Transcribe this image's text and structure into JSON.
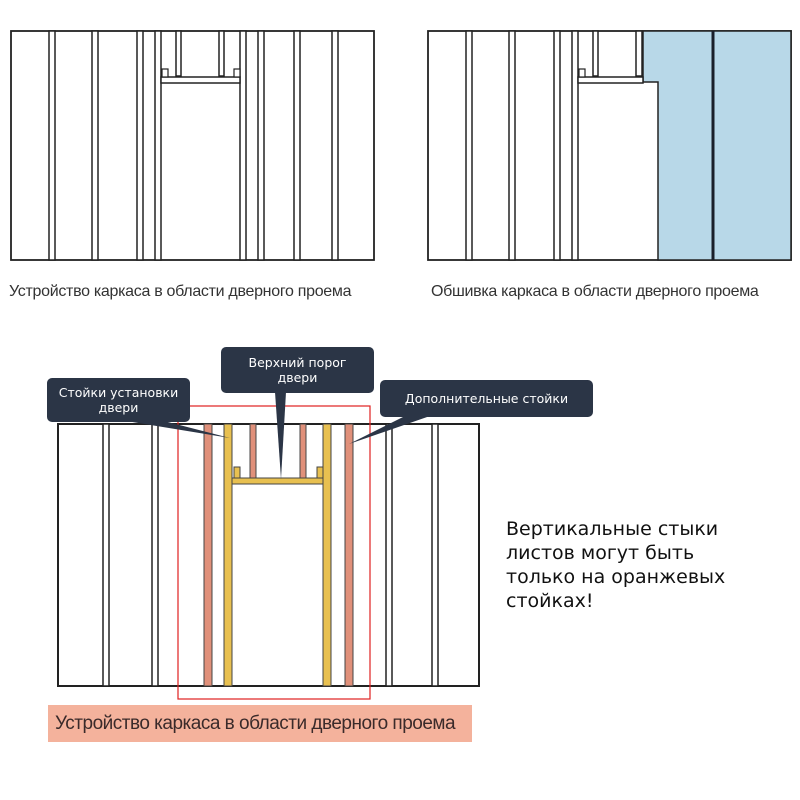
{
  "panels": {
    "framing": {
      "caption": "Устройство каркаса в области дверного проема"
    },
    "sheathing": {
      "caption": "Обшивка каркаса в области дверного проема"
    },
    "detail": {
      "caption": "Устройство каркаса в области дверного проема",
      "callouts": {
        "door_studs": "Стойки установки двери",
        "header": "Верхний порог двери",
        "extra_studs": "Дополнительные стойки"
      }
    }
  },
  "note": "Вертикальные стыки листов могут быть только на оранжевых стойках!",
  "colors": {
    "sheet": "#b8d8e8",
    "door_stud": "#e8c050",
    "extra_stud": "#e0907a",
    "callout": "#2b3546",
    "highlight": "#e02020",
    "caption_bg": "#f4b29c"
  }
}
